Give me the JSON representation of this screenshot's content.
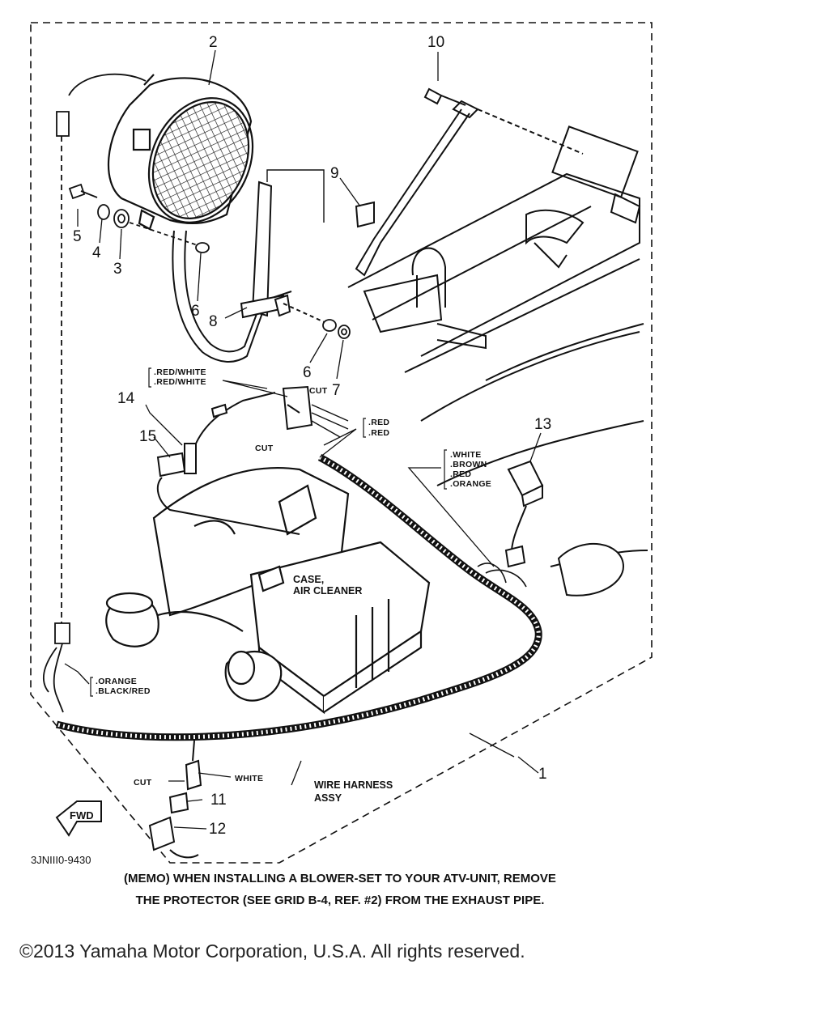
{
  "labels": {
    "part_1": "1",
    "part_2": "2",
    "part_3": "3",
    "part_4": "4",
    "part_5": "5",
    "part_6a": "6",
    "part_6b": "6",
    "part_7": "7",
    "part_8": "8",
    "part_9": "9",
    "part_10": "10",
    "part_11": "11",
    "part_12": "12",
    "part_13": "13",
    "part_14": "14",
    "part_15": "15"
  },
  "wires": {
    "red_white_1": ".RED/WHITE",
    "red_white_2": ".RED/WHITE",
    "red_1": ".RED",
    "red_2": ".RED",
    "white": ".WHITE",
    "brown": ".BROWN",
    "red_3": ".RED",
    "orange_1": ".ORANGE",
    "orange_2": ".ORANGE",
    "black_red": ".BLACK/RED",
    "white_lower": "WHITE"
  },
  "callouts": {
    "cut_1": "CUT",
    "cut_2": "CUT",
    "cut_3": "CUT",
    "case_line1": "CASE,",
    "case_line2": "AIR CLEANER",
    "harness_line1": "WIRE HARNESS",
    "harness_line2": "ASSY",
    "fwd": "FWD"
  },
  "drawing_code": "3JNIII0-9430",
  "memo_line1": "(MEMO) WHEN INSTALLING A BLOWER-SET TO YOUR ATV-UNIT, REMOVE",
  "memo_line2": "THE PROTECTOR (SEE GRID B-4, REF. #2) FROM THE EXHAUST PIPE.",
  "copyright": "©2013 Yamaha Motor Corporation, U.S.A. All rights reserved."
}
